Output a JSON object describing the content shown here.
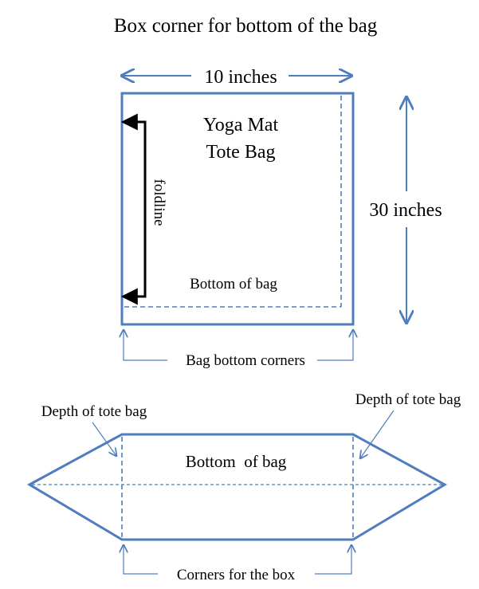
{
  "title": "Box corner for bottom of the bag",
  "colors": {
    "stroke": "#4f7dbd",
    "foldline_arrow": "#000000",
    "text": "#000000",
    "background": "#ffffff"
  },
  "top_diagram": {
    "width_label": "10 inches",
    "height_label": "30 inches",
    "name_line1": "Yoga Mat",
    "name_line2": "Tote Bag",
    "foldline_label": "foldline",
    "bottom_label": "Bottom of bag",
    "corners_label": "Bag bottom corners"
  },
  "bottom_diagram": {
    "depth_left_label": "Depth of tote bag",
    "depth_right_label": "Depth of tote bag",
    "bottom_label": "Bottom  of bag",
    "corners_label": "Corners for the box"
  }
}
